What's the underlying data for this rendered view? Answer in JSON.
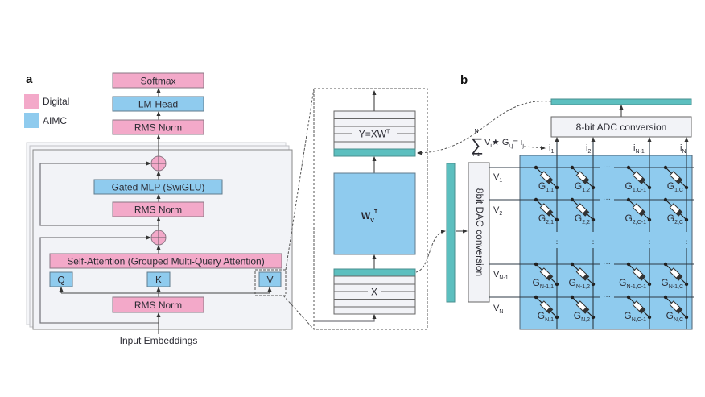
{
  "panel_a": {
    "label": "a",
    "legend": [
      {
        "label": "Digital",
        "color": "#f3a9c9"
      },
      {
        "label": "AIMC",
        "color": "#8fcbee"
      }
    ],
    "blocks": {
      "softmax": "Softmax",
      "lm_head": "LM-Head",
      "rms_norm_final": "RMS Norm",
      "gated_mlp": "Gated MLP (SwiGLU)",
      "rms_norm_mlp": "RMS Norm",
      "self_attention": "Self-Attention (Grouped Multi-Query Attention)",
      "q": "Q",
      "k": "K",
      "v": "V",
      "rms_norm_attn": "RMS Norm"
    },
    "input_label": "Input Embeddings"
  },
  "zoom_panel": {
    "output": {
      "base": "Y=XW",
      "sup": "T"
    },
    "weight": {
      "base": "W",
      "sub": "V",
      "sup": "T"
    },
    "input": "X"
  },
  "panel_b": {
    "label": "b",
    "adc_label": "8-bit ADC conversion",
    "dac_label": "8bit DAC conversion",
    "formula": {
      "sigma": "∑",
      "upper": "N",
      "lower": "i=1",
      "v": "V",
      "v_sub": "i",
      "op": "★ G",
      "g_sub": "i,j",
      "eq": "= i",
      "eq_sub": "j"
    },
    "currents": [
      {
        "base": "i",
        "sub": "1"
      },
      {
        "base": "i",
        "sub": "2"
      },
      {
        "base": "i",
        "sub": "N-1"
      },
      {
        "base": "i",
        "sub": "N"
      }
    ],
    "voltages": [
      {
        "base": "V",
        "sub": "1"
      },
      {
        "base": "V",
        "sub": "2"
      },
      {
        "base": "V",
        "sub": "N-1"
      },
      {
        "base": "V",
        "sub": "N"
      }
    ],
    "ellipsis_h": "···",
    "ellipsis_v": "⋮",
    "conductance_symbol": "G",
    "conductances": [
      [
        "1,1",
        "1,2",
        "1,C-1",
        "1,C"
      ],
      [
        "2,1",
        "2,2",
        "2,C-1",
        "2,C"
      ],
      [
        "N-1,1",
        "N-1,2",
        "N-1,C-1",
        "N-1,C"
      ],
      [
        "N,1",
        "N,2",
        "N,C-1",
        "N,C"
      ]
    ]
  },
  "colors": {
    "digital": "#f3a9c9",
    "aimc": "#8fcbee",
    "buffer": "#5cbfbf",
    "panel": "#f2f3f7"
  }
}
